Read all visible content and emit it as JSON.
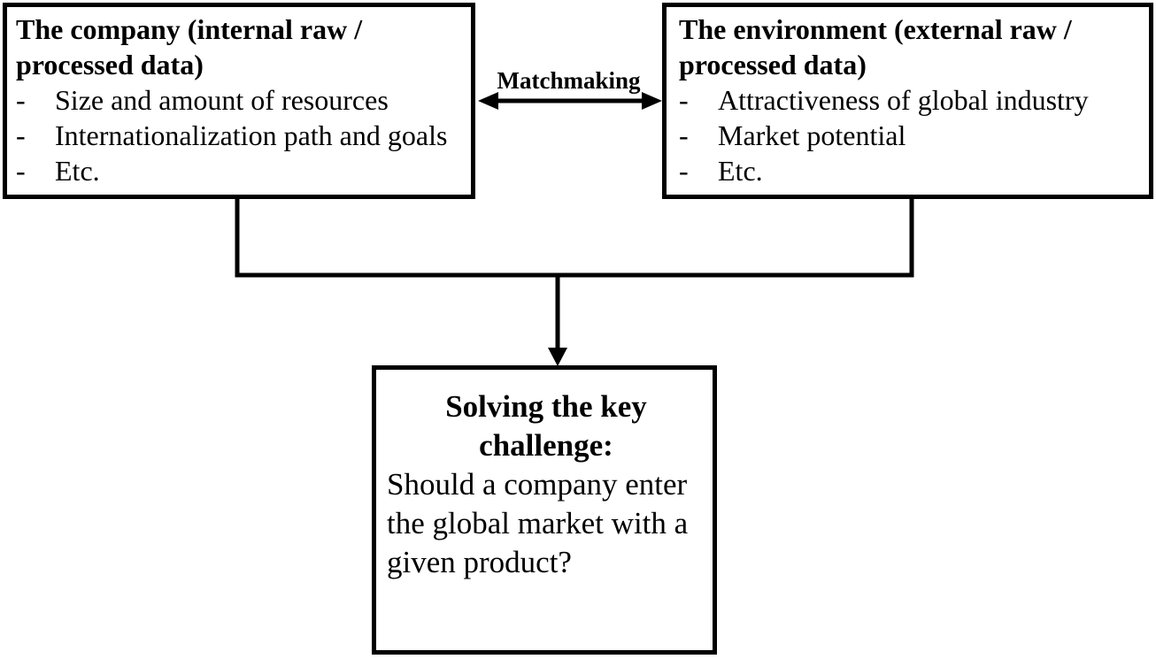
{
  "diagram": {
    "background_color": "#ffffff",
    "line_color": "#000000",
    "text_color": "#000000",
    "company_box": {
      "title": "The company (internal raw / processed data)",
      "bullet": "-",
      "items": [
        "Size and amount of resources",
        "Internationalization path and goals",
        "Etc."
      ]
    },
    "environment_box": {
      "title": "The environment (external raw / processed data)",
      "bullet": "-",
      "items": [
        "Attractiveness of global industry",
        "Market potential",
        "Etc."
      ]
    },
    "matchmaking_label": "Matchmaking",
    "challenge_box": {
      "heading": "Solving the key challenge:",
      "question": "Should a company enter the global market with a given product?"
    }
  }
}
